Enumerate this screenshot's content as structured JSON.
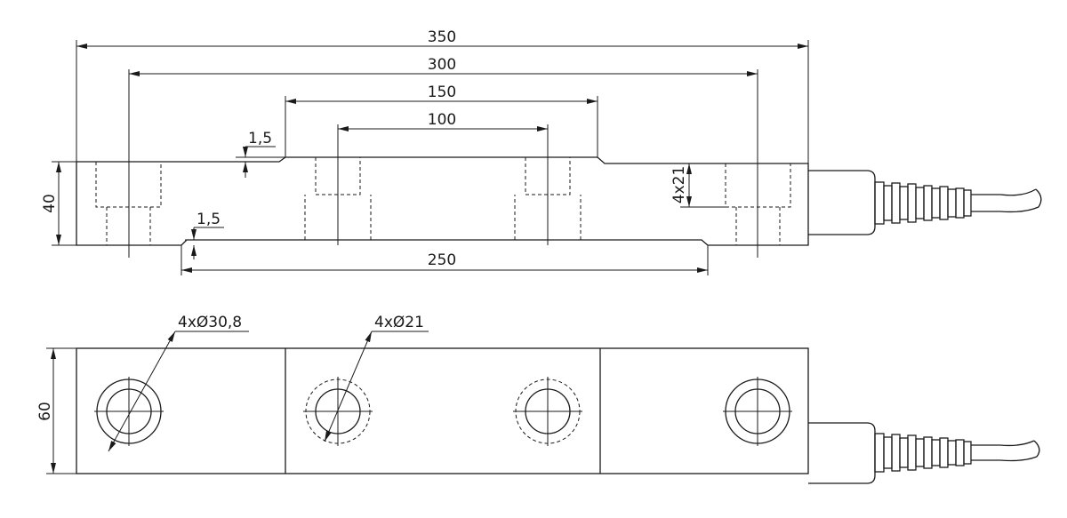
{
  "drawing": {
    "dims": {
      "total_length": "350",
      "outer_holes_distance": "300",
      "top_recess_length": "150",
      "inner_holes_distance": "100",
      "top_recess_depth": "1,5",
      "bottom_recess_depth": "1,5",
      "bottom_recess_length": "250",
      "height": "40",
      "counterbore_depth": "4x21",
      "width": "60",
      "counterbore_diameter": "4xØ30,8",
      "hole_diameter": "4xØ21"
    }
  }
}
